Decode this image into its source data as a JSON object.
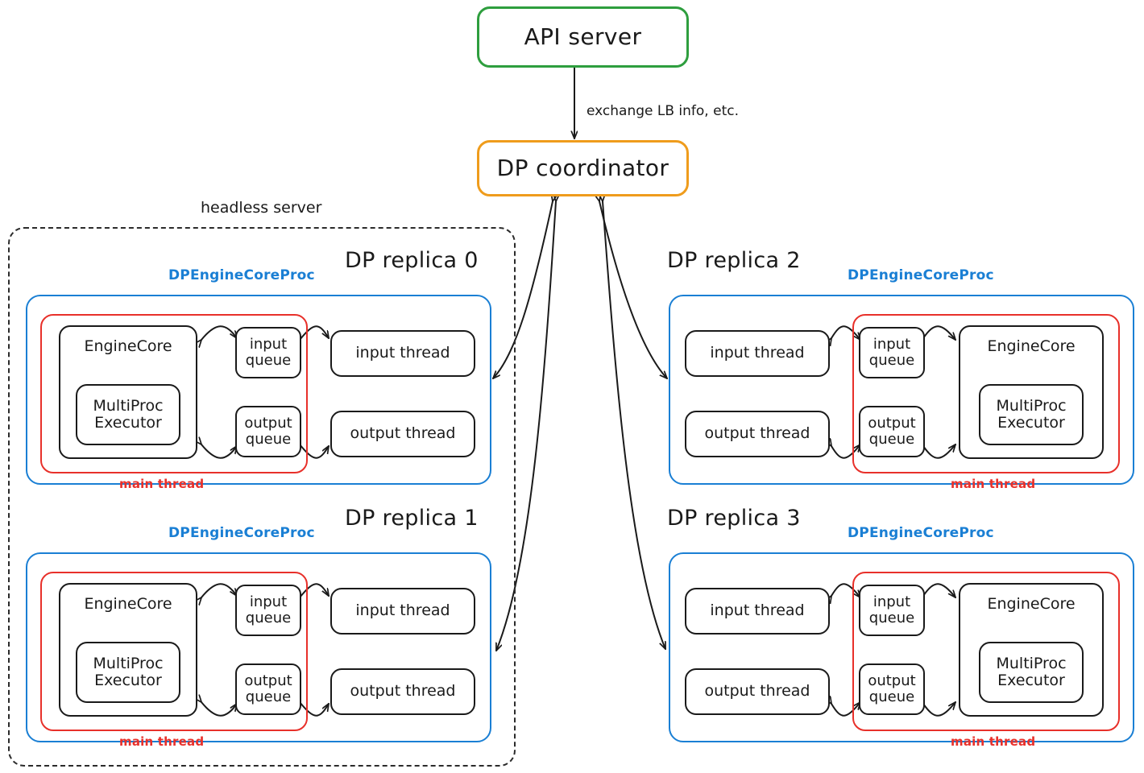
{
  "diagram": {
    "title_top": "API server",
    "coordinator": "DP coordinator",
    "edge_label": "exchange LB info, etc.",
    "headless_label": "headless server",
    "proc_label": "DPEngineCoreProc",
    "main_thread_label": "main thread",
    "node_labels": {
      "engine_core": "EngineCore",
      "multiproc_executor_line1": "MultiProc",
      "multiproc_executor_line2": "Executor",
      "input_queue_line1": "input",
      "input_queue_line2": "queue",
      "output_queue_line1": "output",
      "output_queue_line2": "queue",
      "input_thread": "input thread",
      "output_thread": "output thread"
    },
    "replicas": [
      {
        "title": "DP replica 0",
        "orientation": "left",
        "inside_headless": true
      },
      {
        "title": "DP replica 1",
        "orientation": "left",
        "inside_headless": true
      },
      {
        "title": "DP replica 2",
        "orientation": "right",
        "inside_headless": false
      },
      {
        "title": "DP replica 3",
        "orientation": "right",
        "inside_headless": false
      }
    ],
    "colors": {
      "api_server_border": "#2e9e3e",
      "coordinator_border": "#ef9c1c",
      "proc_border": "#1a7fd4",
      "main_thread_border": "#e8302a",
      "node_border": "#1a1a1a",
      "headless_border": "#2b2b2b"
    }
  }
}
